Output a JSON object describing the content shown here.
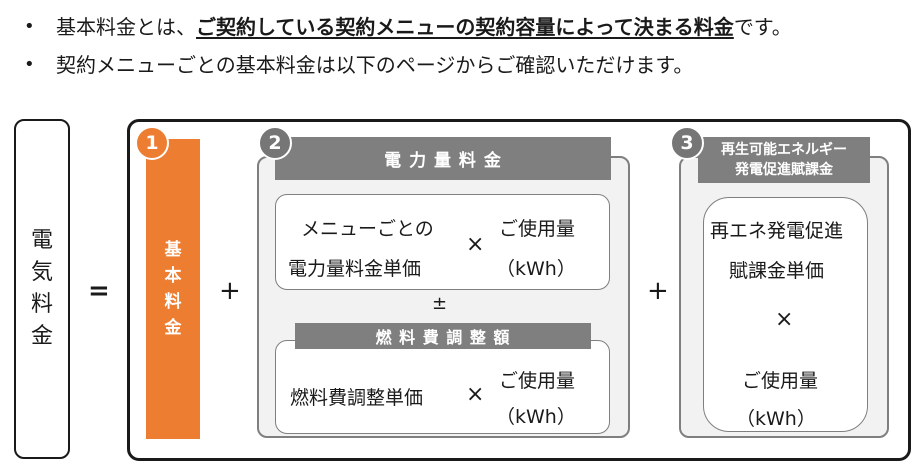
{
  "bullets": [
    {
      "before": "基本料金とは、",
      "emphasis": "ご契約している契約メニューの契約容量によって決まる料金",
      "after": "です。"
    },
    {
      "before": "契約メニューごとの基本料金は以下のページからご確認いただけます。",
      "emphasis": "",
      "after": ""
    }
  ],
  "bullet_symbol": "•",
  "left_label": [
    "電",
    "気",
    "料",
    "金"
  ],
  "equals": "=",
  "plus": "+",
  "sections": {
    "basic": {
      "number": "1",
      "label": [
        "基",
        "本",
        "料",
        "金"
      ]
    },
    "energy": {
      "number": "2",
      "header": "電 力 量 料 金",
      "unit_price_lines": [
        "メニューごとの",
        "電力量料金単価"
      ],
      "times": "×",
      "usage_lines": [
        "ご使用量",
        "（kWh）"
      ],
      "plusminus": "±",
      "fuel_header": "燃 料 費 調 整 額",
      "fuel_unit_price": "燃料費調整単価",
      "fuel_usage_lines": [
        "ご使用量",
        "（kWh）"
      ]
    },
    "renewable": {
      "number": "3",
      "header_lines": [
        "再生可能エネルギー",
        "発電促進賦課金"
      ],
      "unit_price_lines": [
        "再エネ発電促進",
        "賦課金単価"
      ],
      "times": "×",
      "usage_lines": [
        "ご使用量",
        "（kWh）"
      ]
    }
  },
  "colors": {
    "accent_orange": "#ed7d31",
    "gray_header": "#7f7f7f",
    "panel_bg": "#f2f2f2"
  }
}
